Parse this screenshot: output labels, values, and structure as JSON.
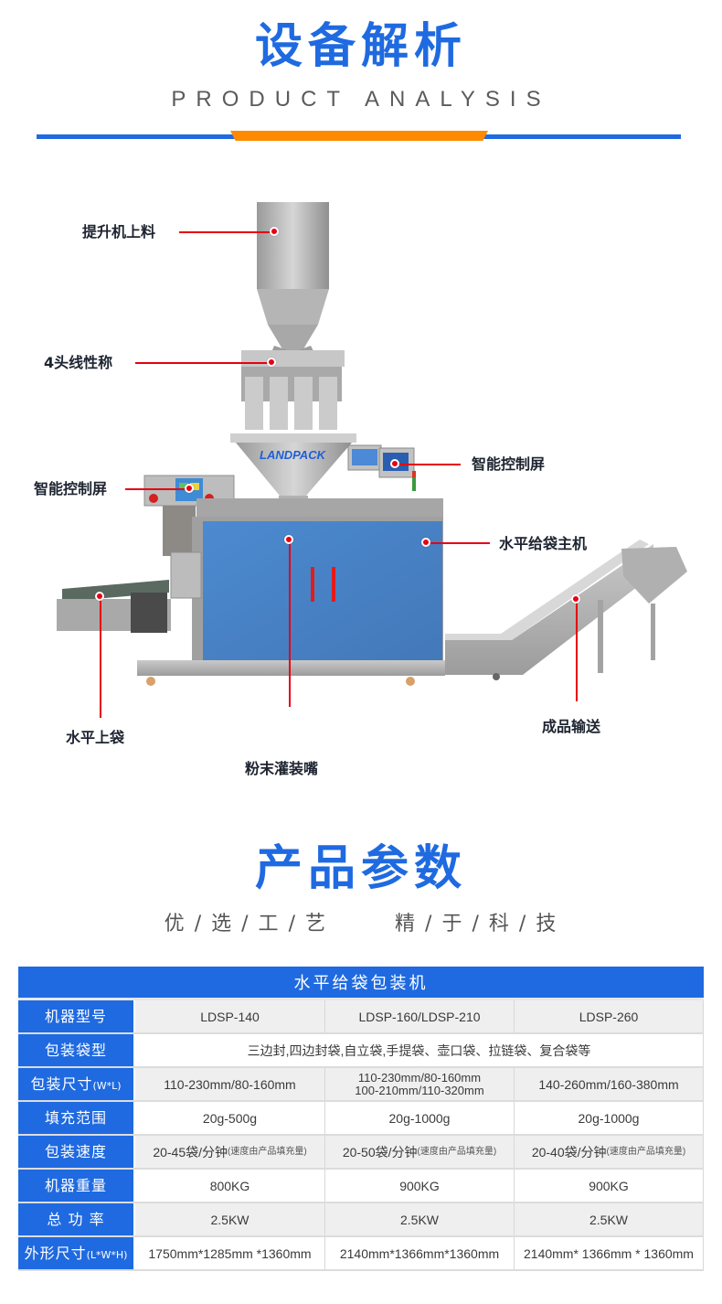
{
  "section1": {
    "title": "设备解析",
    "subtitle": "PRODUCT ANALYSIS",
    "colors": {
      "blue": "#1f6ae0",
      "orange": "#ff8a00",
      "callout_red": "#e60012"
    }
  },
  "machine": {
    "brand_logo": "LANDPACK",
    "callouts": [
      {
        "id": "elevator",
        "label": "提升机上料"
      },
      {
        "id": "weigher",
        "label": "4头线性称"
      },
      {
        "id": "control-left",
        "label": "智能控制屏"
      },
      {
        "id": "control-right",
        "label": "智能控制屏"
      },
      {
        "id": "main-machine",
        "label": "水平给袋主机"
      },
      {
        "id": "bag-feed",
        "label": "水平上袋"
      },
      {
        "id": "filler",
        "label": "粉末灌装嘴"
      },
      {
        "id": "conveyor",
        "label": "成品输送"
      }
    ]
  },
  "section2": {
    "title": "产品参数",
    "slogan_left": [
      "优",
      "/",
      "选",
      "/",
      "工",
      "/",
      "艺"
    ],
    "slogan_right": [
      "精",
      "/",
      "于",
      "/",
      "科",
      "/",
      "技"
    ]
  },
  "table": {
    "title": "水平给袋包装机",
    "rows": [
      {
        "label": "机器型号",
        "values": [
          "LDSP-140",
          "LDSP-160/LDSP-210",
          "LDSP-260"
        ]
      },
      {
        "label": "包装袋型",
        "span": "三边封,四边封袋,自立袋,手提袋、壶口袋、拉链袋、复合袋等"
      },
      {
        "label": "包装尺寸",
        "label_suffix": "(W*L)",
        "values": [
          "110-230mm/80-160mm",
          "110-230mm/80-160mm",
          "140-260mm/160-380mm"
        ],
        "values_line2": [
          "",
          "100-210mm/110-320mm",
          ""
        ]
      },
      {
        "label": "填充范围",
        "values": [
          "20g-500g",
          "20g-1000g",
          "20g-1000g"
        ]
      },
      {
        "label": "包装速度",
        "values": [
          "20-45袋/分钟",
          "20-50袋/分钟",
          "20-40袋/分钟"
        ],
        "note": "(速度由产品填充量)"
      },
      {
        "label": "机器重量",
        "values": [
          "800KG",
          "900KG",
          "900KG"
        ]
      },
      {
        "label": "总 功 率",
        "values": [
          "2.5KW",
          "2.5KW",
          "2.5KW"
        ]
      },
      {
        "label": "外形尺寸",
        "label_suffix": "(L*W*H)",
        "values": [
          "1750mm*1285mm *1360mm",
          "2140mm*1366mm*1360mm",
          "2140mm* 1366mm * 1360mm"
        ]
      }
    ]
  }
}
